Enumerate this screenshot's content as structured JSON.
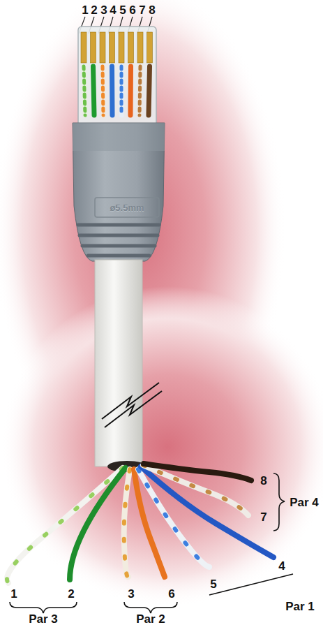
{
  "diagram": {
    "labels": [
      "1",
      "2",
      "3",
      "4",
      "5",
      "6",
      "7",
      "8",
      "ø5.5mm",
      "8",
      "7",
      "Par 4",
      "4",
      "5",
      "Par 1",
      "1",
      "2",
      "3",
      "6",
      "Par 3",
      "Par 2"
    ]
  }
}
